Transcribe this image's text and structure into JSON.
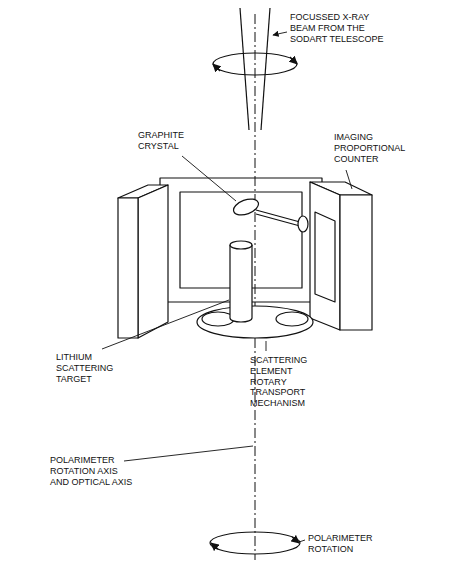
{
  "diagram": {
    "labels": [
      "FOCUSSED X-RAY BEAM FROM THE SODART TELESCOPE",
      "GRAPHITE CRYSTAL",
      "IMAGING PROPORTIONAL COUNTER",
      "LITHIUM SCATTERING TARGET",
      "SCATTERING ELEMENT ROTARY TRANSPORT MECHANISM",
      "POLARIMETER ROTATION AXIS AND OPTICAL AXIS",
      "POLARIMETER ROTATION"
    ]
  }
}
